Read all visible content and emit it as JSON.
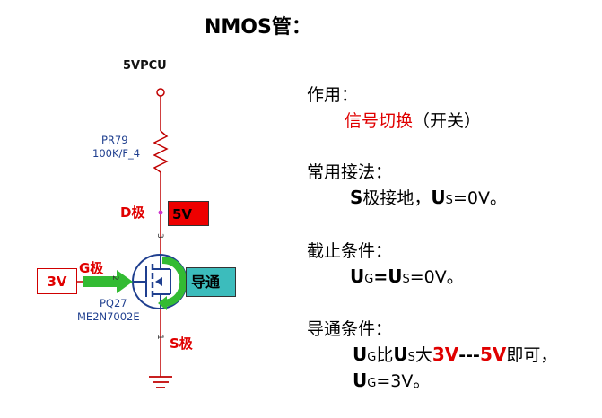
{
  "title": "NMOS管：",
  "circuit": {
    "rail": "5VPCU",
    "resistor_ref": "PR79",
    "resistor_val": "100K/F_4",
    "mos_ref": "PQ27",
    "mos_part": "ME2N7002E",
    "pin_d": "3",
    "pin_g": "2",
    "pin_s": "1",
    "d_label": "D极",
    "g_label": "G极",
    "s_label": "S极",
    "d_volt": "5V",
    "g_volt": "3V",
    "on_label": "导通"
  },
  "notes": {
    "role_h": "作用：",
    "role_v": "信号切换",
    "role_v2": "（开关）",
    "conn_h": "常用接法：",
    "conn_s": "S",
    "conn_mid": "极接地，",
    "u": "U",
    "s_sub": "S",
    "g_sub": "G",
    "conn_tail": "=0V。",
    "cut_h": "截止条件：",
    "eq": "=",
    "cut_tail": "=0V。",
    "on_h": "导通条件：",
    "on_bi": "比",
    "on_da": "大",
    "v3": "3V",
    "dash": "---",
    "v5": "5V",
    "on_tail": "即可，",
    "on_tail2": "=3V。"
  },
  "colors": {
    "accent_red": "#e00000",
    "on_box": "#3cbcbc",
    "wire": "#c00000",
    "arrow": "#33bb33",
    "mos_blue": "#1f3f8f"
  }
}
